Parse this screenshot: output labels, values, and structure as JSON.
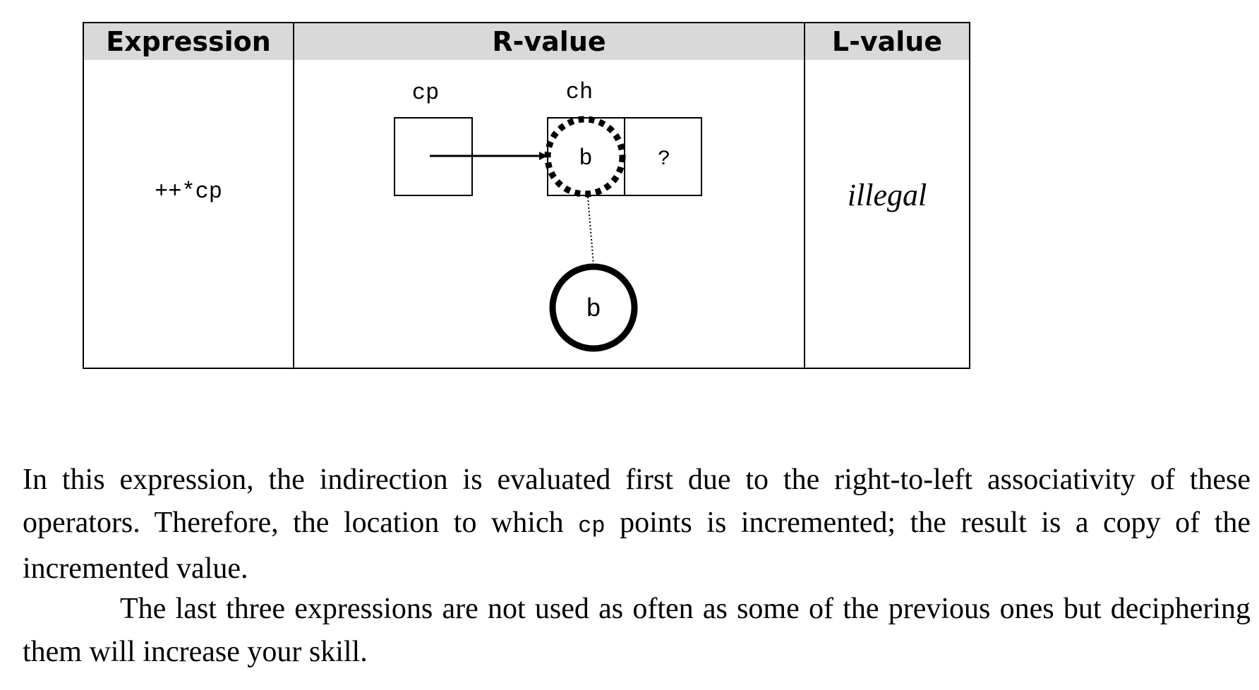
{
  "table": {
    "headers": {
      "expression": "Expression",
      "rvalue": "R-value",
      "lvalue": "L-value"
    },
    "row": {
      "expression": "++*cp",
      "lvalue": "illegal"
    },
    "diagram": {
      "pointer_label": "cp",
      "target_label": "ch",
      "cell_value": "b",
      "next_cell_value": "?",
      "result_value": "b"
    }
  },
  "text": {
    "p1_a": "In this expression, the indirection is evaluated first due to the right-to-left associativity of these operators. Therefore, the location to which ",
    "p1_code": "cp",
    "p1_b": " points is incremented; the result is a copy of the incremented value.",
    "p2": "The last three expressions are not used as often as some of the previous ones but deciphering them will increase your skill."
  }
}
